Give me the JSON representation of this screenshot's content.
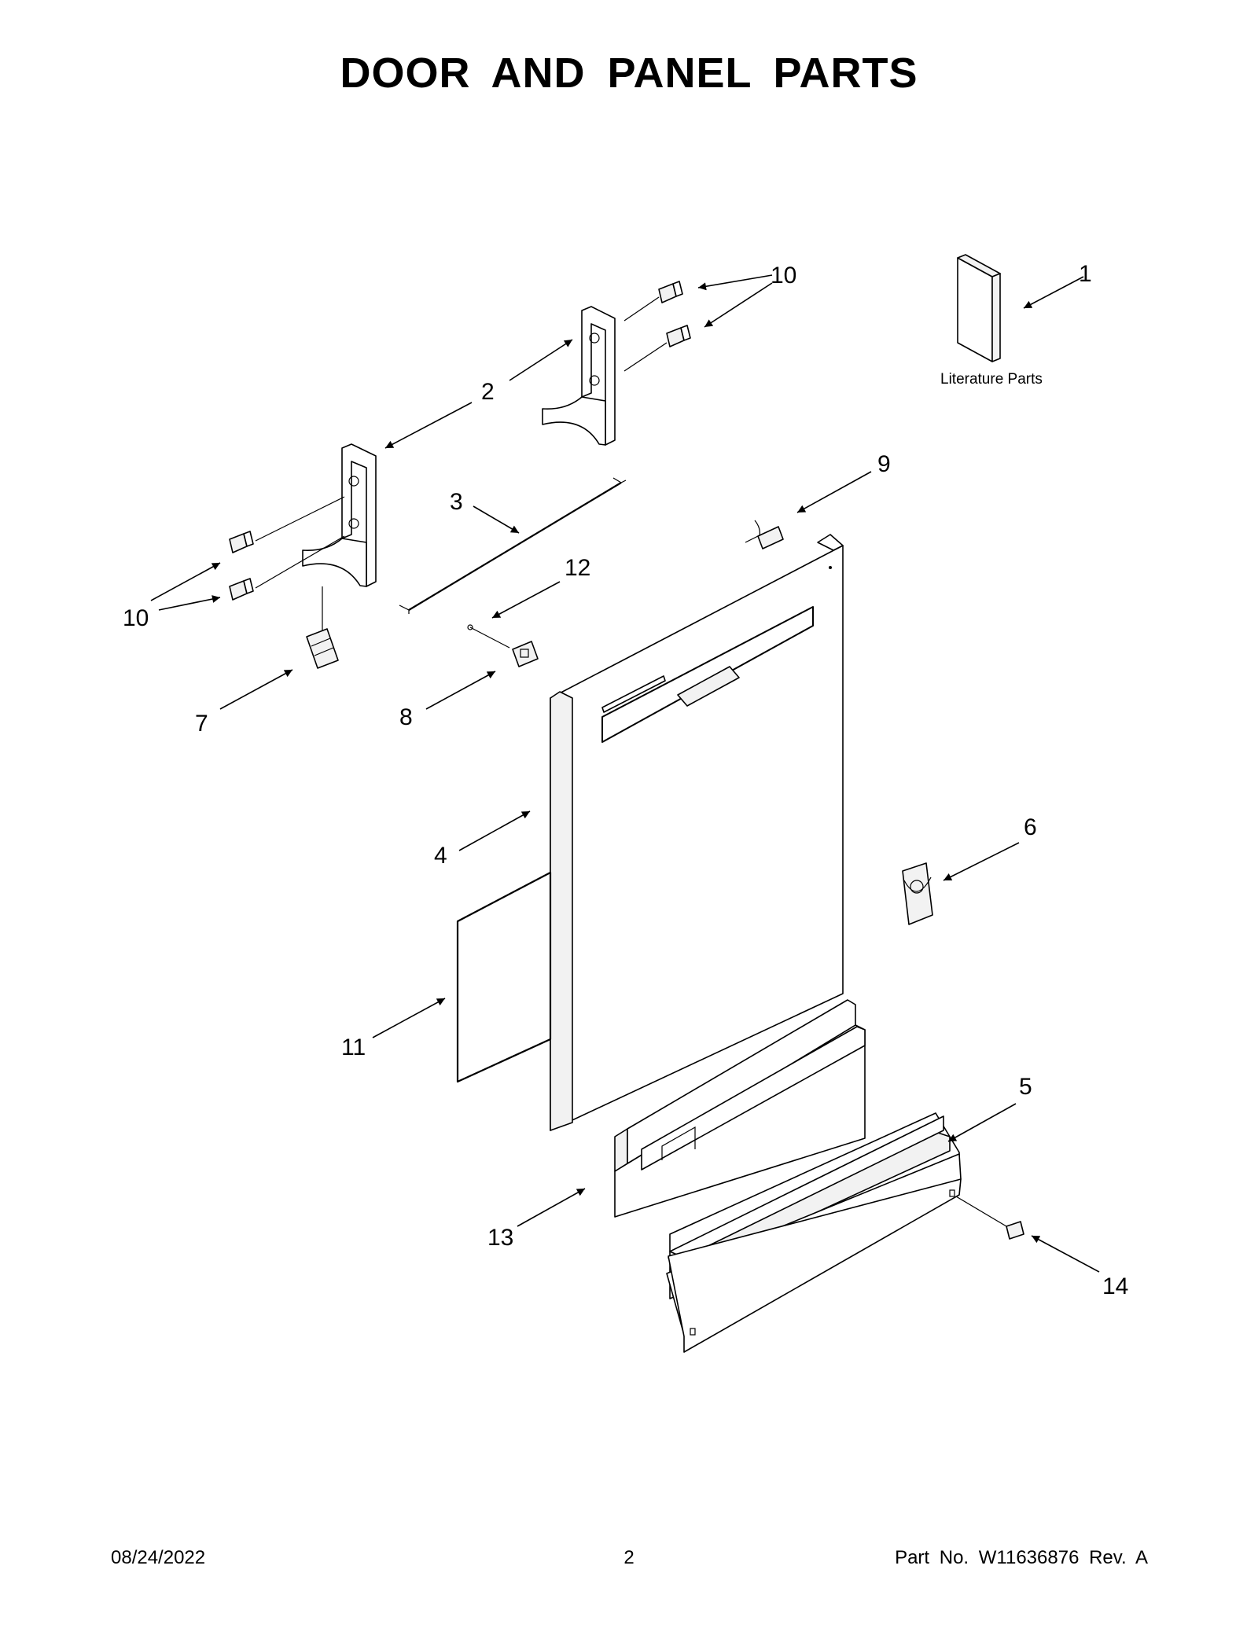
{
  "title": "DOOR AND PANEL PARTS",
  "literature_label": "Literature Parts",
  "callouts": {
    "c1": "1",
    "c2": "2",
    "c3": "3",
    "c4": "4",
    "c5": "5",
    "c6": "6",
    "c7": "7",
    "c8": "8",
    "c9": "9",
    "c10a": "10",
    "c10b": "10",
    "c11": "11",
    "c12": "12",
    "c13": "13",
    "c14": "14"
  },
  "footer": {
    "date": "08/24/2022",
    "page": "2",
    "part": "Part No.  W11636876  Rev.  A"
  }
}
